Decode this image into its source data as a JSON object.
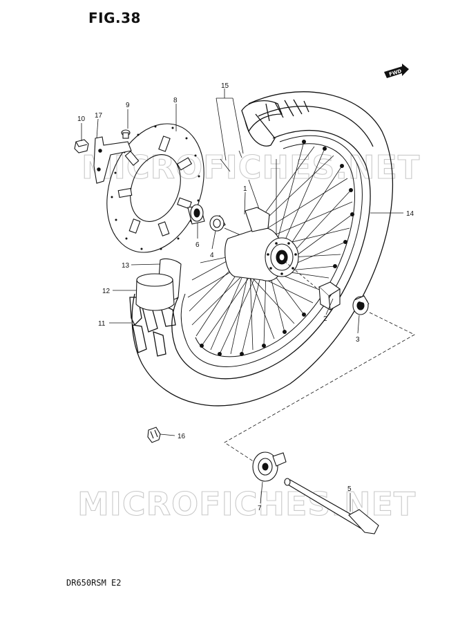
{
  "figure": {
    "title": "FIG.38",
    "model_code": "DR650RSM E2",
    "fwd_label": "FWD",
    "watermark": "MICROFICHES.NET"
  },
  "callouts": [
    {
      "id": "c1",
      "label": "1"
    },
    {
      "id": "c2",
      "label": "2"
    },
    {
      "id": "c3",
      "label": "3"
    },
    {
      "id": "c4",
      "label": "4"
    },
    {
      "id": "c5",
      "label": "5"
    },
    {
      "id": "c6",
      "label": "6"
    },
    {
      "id": "c7",
      "label": "7"
    },
    {
      "id": "c8",
      "label": "8"
    },
    {
      "id": "c9",
      "label": "9"
    },
    {
      "id": "c10",
      "label": "10"
    },
    {
      "id": "c11",
      "label": "11"
    },
    {
      "id": "c12",
      "label": "12"
    },
    {
      "id": "c13",
      "label": "13"
    },
    {
      "id": "c14",
      "label": "14"
    },
    {
      "id": "c15",
      "label": "15"
    },
    {
      "id": "c16",
      "label": "16"
    },
    {
      "id": "c17",
      "label": "17"
    }
  ]
}
